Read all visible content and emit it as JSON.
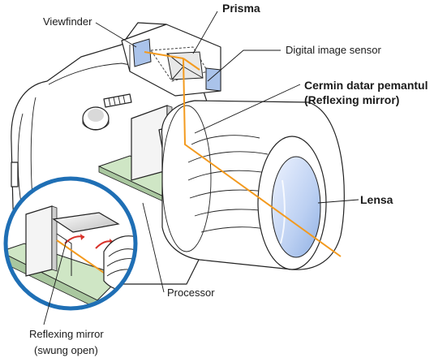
{
  "labels": {
    "viewfinder": "Viewfinder",
    "prisma": "Prisma",
    "digital_image_sensor": "Digital image sensor",
    "cermin_line1": "Cermin datar pemantul",
    "cermin_line2": "(Reflexing mirror)",
    "lensa": "Lensa",
    "processor": "Processor",
    "reflexing_line1": "Reflexing mirror",
    "reflexing_line2": "(swung open)"
  },
  "colors": {
    "light_path": "#f39a1e",
    "inset_ring": "#1f6fb5",
    "circuit_board": "#cfe6c5",
    "sensor_blue": "#aac3ea",
    "mirror_arrow": "#d8322a"
  }
}
